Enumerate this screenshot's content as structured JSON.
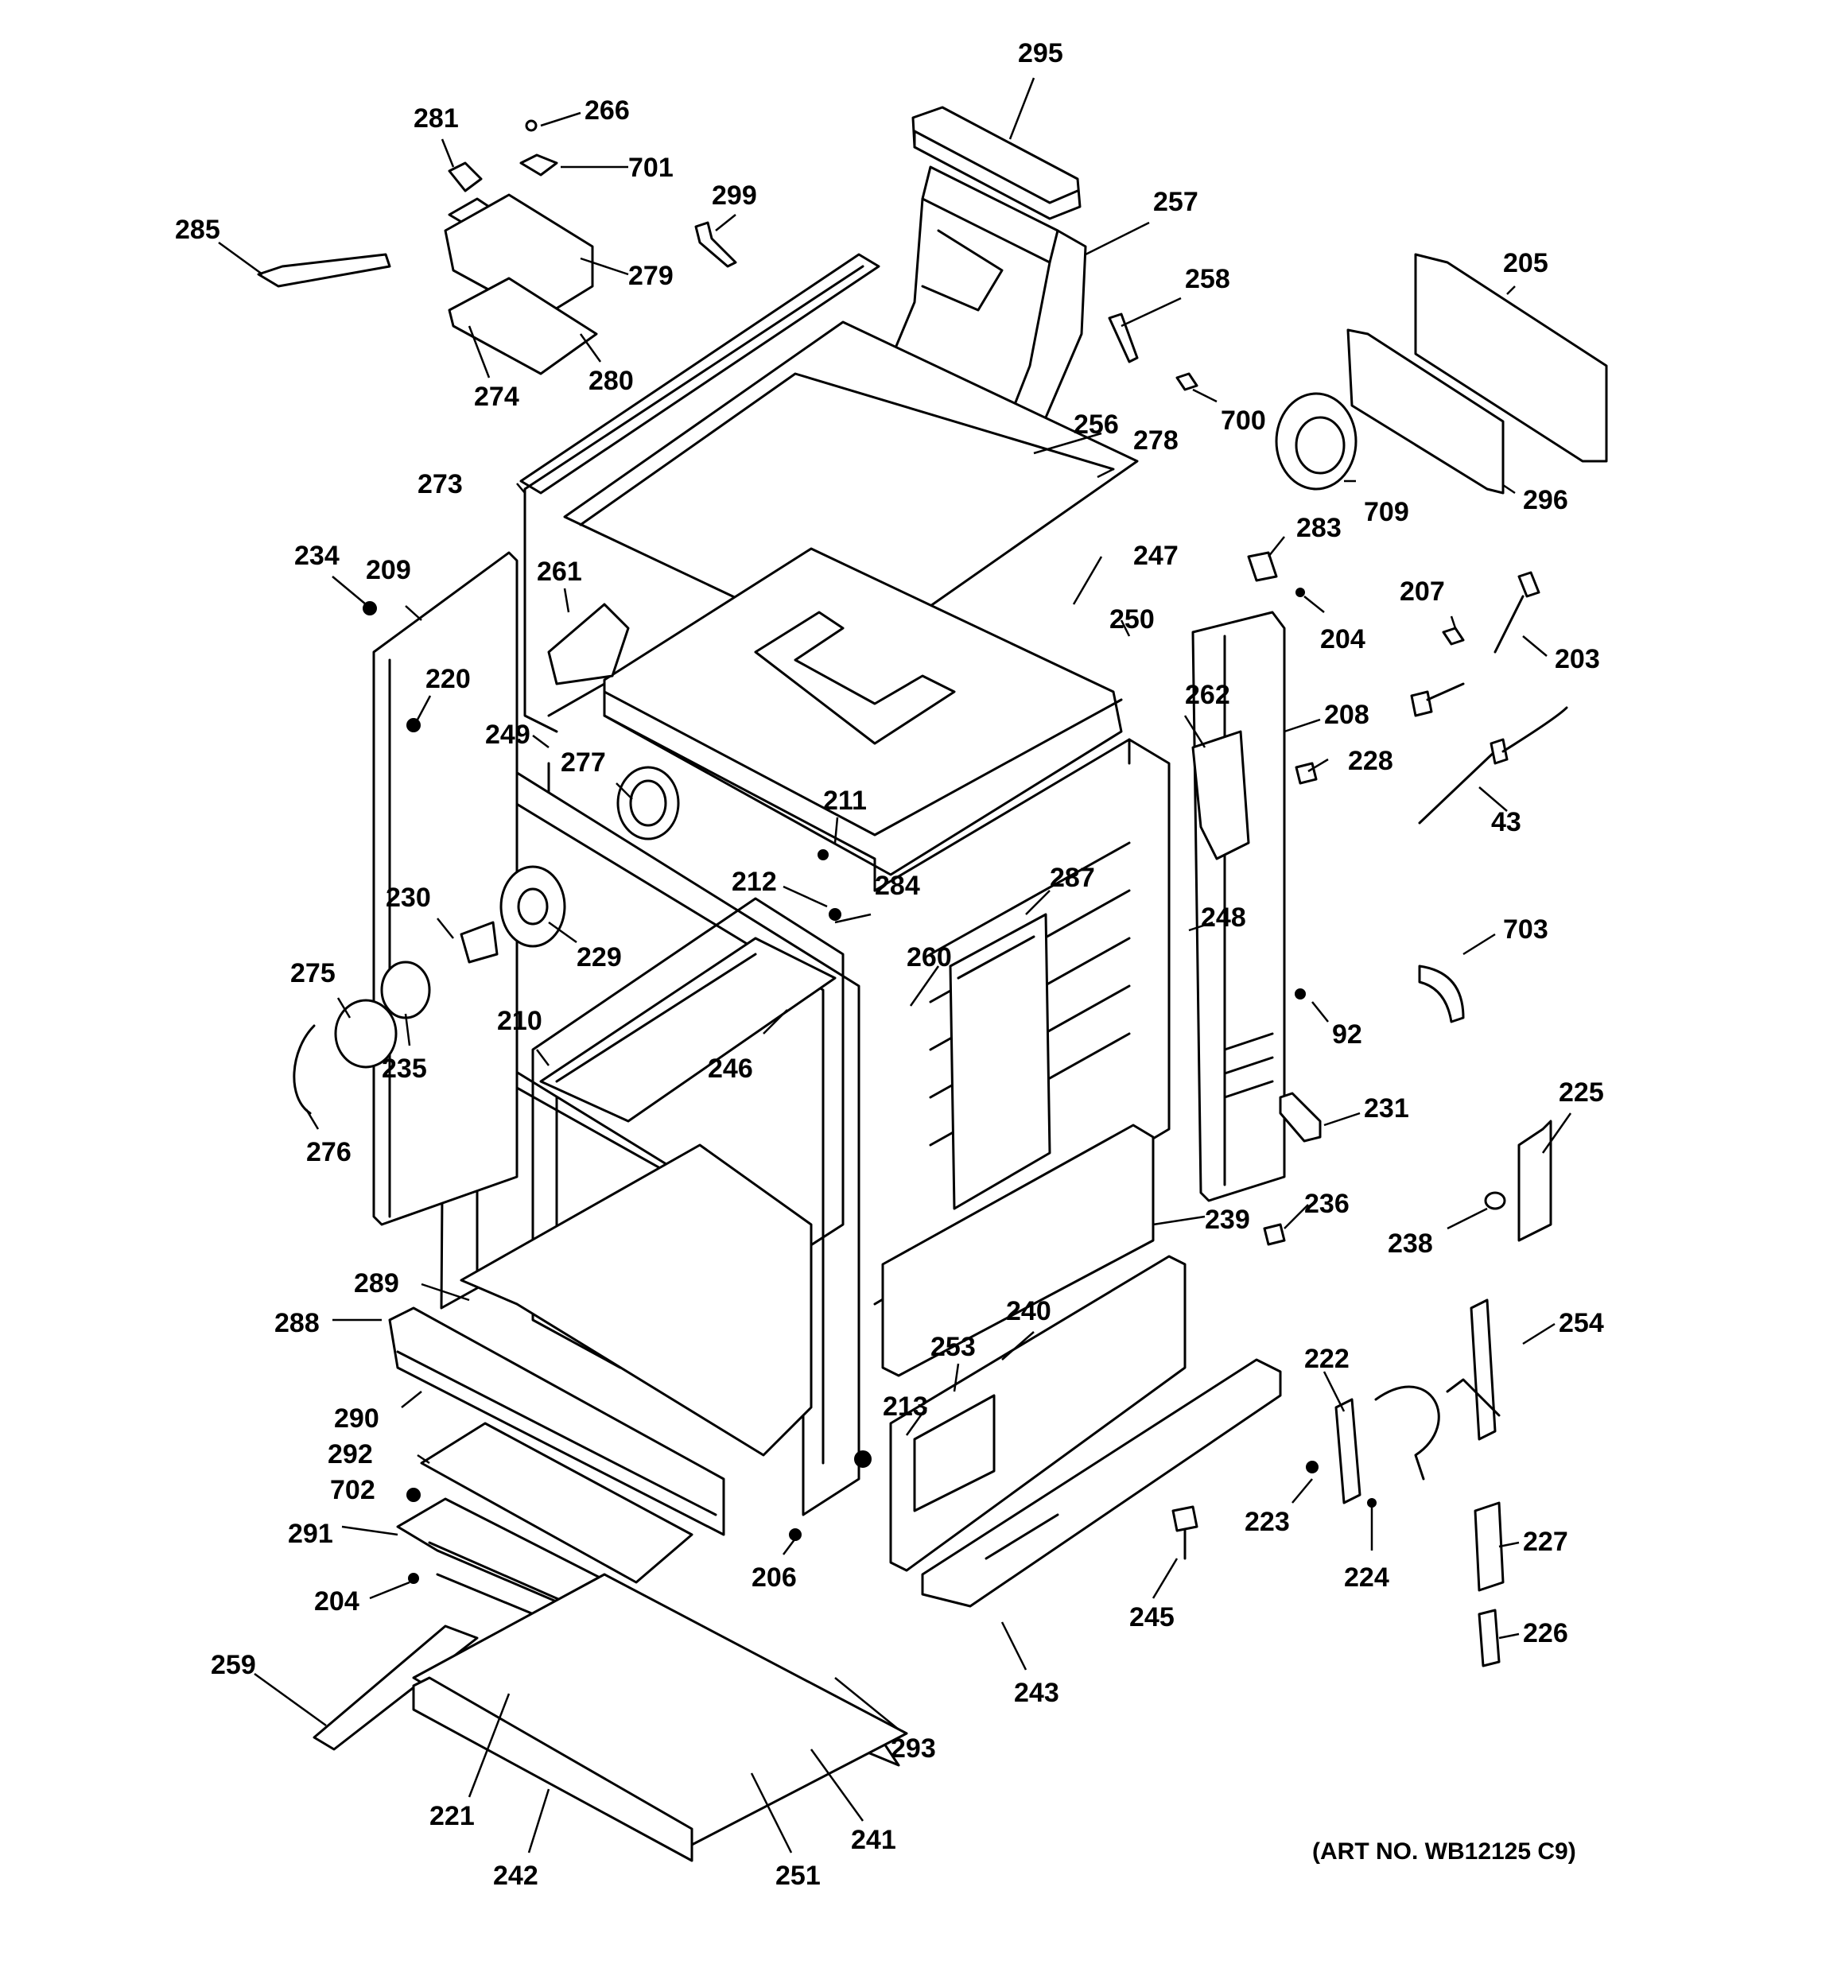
{
  "art_number": "(ART NO. WB12125 C9)",
  "callouts": [
    "295",
    "281",
    "266",
    "701",
    "299",
    "285",
    "279",
    "280",
    "274",
    "257",
    "258",
    "205",
    "700",
    "256",
    "278",
    "709",
    "296",
    "273",
    "234",
    "209",
    "261",
    "247",
    "283",
    "250",
    "204",
    "207",
    "203",
    "220",
    "262",
    "208",
    "249",
    "277",
    "211",
    "228",
    "43",
    "230",
    "212",
    "284",
    "287",
    "248",
    "229",
    "275",
    "260",
    "703",
    "210",
    "246",
    "92",
    "235",
    "276",
    "231",
    "225",
    "239",
    "236",
    "238",
    "289",
    "288",
    "240",
    "222",
    "254",
    "253",
    "213",
    "290",
    "292",
    "702",
    "291",
    "206",
    "223",
    "227",
    "224",
    "245",
    "204",
    "259",
    "226",
    "243",
    "293",
    "221",
    "241",
    "242",
    "251"
  ]
}
